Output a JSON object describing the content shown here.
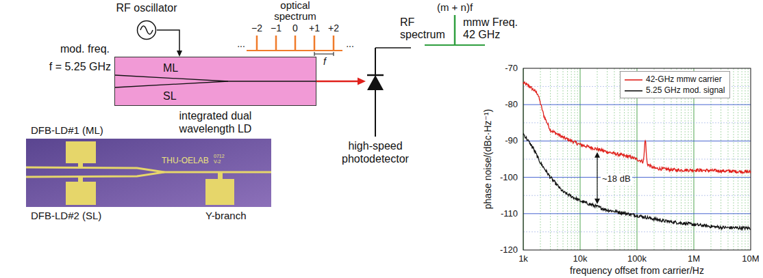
{
  "diagram": {
    "nodes": [
      {
        "text": [
          "RF oscillator"
        ]
      },
      {
        "text": [
          "ML",
          "SL",
          "integrated dual wavelength LD"
        ]
      },
      {
        "text": [
          "high-speed photodetector"
        ]
      }
    ],
    "edges": [
      {
        "from": 0,
        "to": 1,
        "arrow": "to"
      },
      {
        "from": 1,
        "to": 2,
        "arrow": "to"
      }
    ],
    "labels": [
      "mod. freq.",
      "f = 5.25 GHz",
      "optical spectrum",
      "...",
      "−2",
      "−1",
      "0",
      "+1",
      "+2",
      "...",
      "f",
      "(m + n)f",
      "RF spectrum",
      "mmw Freq. 42 GHz",
      "DFB-LD#1 (ML)",
      "DFB-LD#2 (SL)",
      "Y-branch",
      "THU-OELAB",
      "0712",
      "V-2",
      "-70",
      "-80",
      "-90",
      "-100",
      "-110",
      "-120",
      "1k",
      "10k",
      "100k",
      "1M",
      "10M",
      "phase noise/(dBc·Hz⁻¹)",
      "frequency offset from carrier/Hz",
      "~18 dB"
    ],
    "legend": [
      {
        "text": "42-GHz mmw carrier"
      },
      {
        "text": "5.25 GHz mod. signal"
      }
    ]
  }
}
